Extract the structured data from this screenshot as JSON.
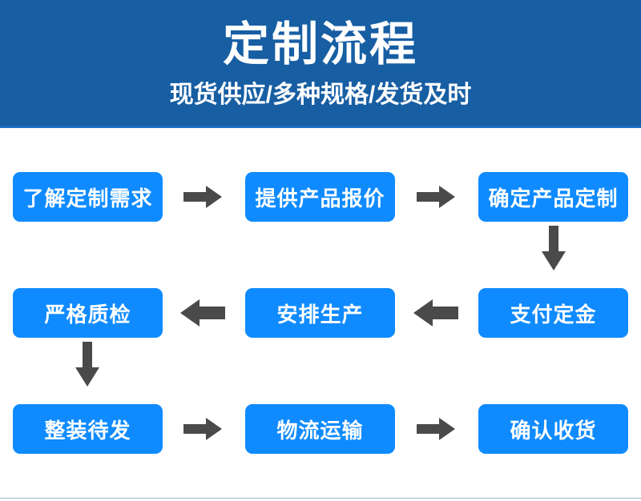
{
  "banner": {
    "title": "定制流程",
    "subtitle": "现货供应/多种规格/发货及时",
    "background_color": "#175ea3",
    "text_color": "#ffffff"
  },
  "colors": {
    "node_blue": "#0f8bff",
    "arrow_gray": "#4a4a4a",
    "page_background": "#ffffff",
    "bottom_rule": "#9db4cf"
  },
  "flow": {
    "rows": [
      {
        "direction": "left-to-right",
        "nodes": [
          {
            "label": "了解定制需求"
          },
          {
            "label": "提供产品报价"
          },
          {
            "label": "确定产品定制"
          }
        ],
        "connectors": [
          "arrow-right-icon",
          "arrow-right-icon"
        ]
      },
      {
        "direction": "right-to-left",
        "nodes": [
          {
            "label": "严格质检"
          },
          {
            "label": "安排生产"
          },
          {
            "label": "支付定金"
          }
        ],
        "connectors": [
          "arrow-left-icon",
          "arrow-left-icon"
        ]
      },
      {
        "direction": "left-to-right",
        "nodes": [
          {
            "label": "整装待发"
          },
          {
            "label": "物流运输"
          },
          {
            "label": "确认收货"
          }
        ],
        "connectors": [
          "arrow-right-icon",
          "arrow-right-icon"
        ]
      }
    ],
    "vertical_connectors": [
      {
        "name": "arrow-down-icon",
        "from": "确定产品定制",
        "to": "支付定金"
      },
      {
        "name": "arrow-down-icon",
        "from": "严格质检",
        "to": "整装待发"
      }
    ]
  }
}
